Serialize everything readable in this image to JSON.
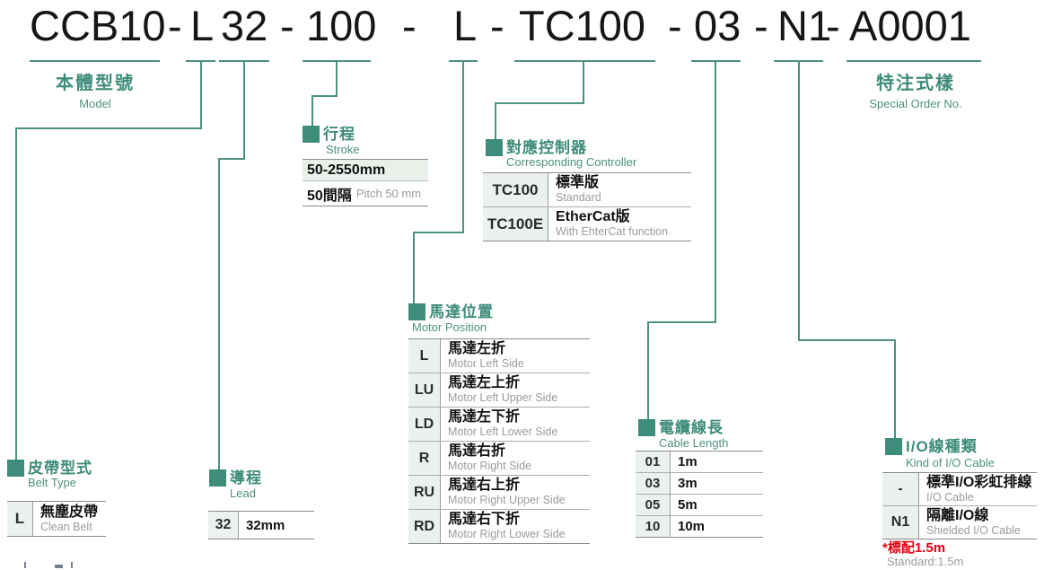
{
  "colors": {
    "accent_green": "#3e8c7a",
    "line_green": "#4d9181",
    "note_red": "#e60012",
    "code_cell_bg": "#ebf1ec"
  },
  "title": {
    "parts": [
      "CCB10",
      "-",
      "L",
      "32",
      "-",
      "100",
      "-",
      "L",
      "-",
      "TC100",
      "-",
      "03",
      "-",
      "N1",
      "-",
      "A0001"
    ]
  },
  "labels": {
    "model": {
      "zh": "本體型號",
      "en": "Model"
    },
    "special": {
      "zh": "特注式樣",
      "en": "Special Order No."
    }
  },
  "sections": {
    "belt": {
      "zh": "皮帶型式",
      "en": "Belt Type",
      "rows": [
        {
          "code": "L",
          "zh": "無塵皮帶",
          "en": "Clean Belt"
        }
      ]
    },
    "lead": {
      "zh": "導程",
      "en": "Lead",
      "rows": [
        {
          "code": "32",
          "desc": "32mm"
        }
      ]
    },
    "stroke": {
      "zh": "行程",
      "en": "Stroke",
      "range": "50-2550mm",
      "pitch_zh": "50間隔",
      "pitch_en": "Pitch 50 mm"
    },
    "motor": {
      "zh": "馬達位置",
      "en": "Motor Position",
      "rows": [
        {
          "code": "L",
          "zh": "馬達左折",
          "en": "Motor Left Side"
        },
        {
          "code": "LU",
          "zh": "馬達左上折",
          "en": "Motor Left Upper Side"
        },
        {
          "code": "LD",
          "zh": "馬達左下折",
          "en": "Motor Left Lower Side"
        },
        {
          "code": "R",
          "zh": "馬達右折",
          "en": "Motor Right Side"
        },
        {
          "code": "RU",
          "zh": "馬達右上折",
          "en": "Motor Right Upper Side"
        },
        {
          "code": "RD",
          "zh": "馬達右下折",
          "en": "Motor Right Lower Side"
        }
      ]
    },
    "controller": {
      "zh": "對應控制器",
      "en": "Corresponding Controller",
      "rows": [
        {
          "code": "TC100",
          "zh": "標準版",
          "en": "Standard"
        },
        {
          "code": "TC100E",
          "zh": "EtherCat版",
          "en": "With EhterCat function"
        }
      ]
    },
    "cable": {
      "zh": "電纜線長",
      "en": "Cable Length",
      "rows": [
        {
          "code": "01",
          "desc": "1m"
        },
        {
          "code": "03",
          "desc": "3m"
        },
        {
          "code": "05",
          "desc": "5m"
        },
        {
          "code": "10",
          "desc": "10m"
        }
      ]
    },
    "io": {
      "zh": "I/O線種類",
      "en": "Kind of I/O Cable",
      "rows": [
        {
          "code": "-",
          "zh": "標準I/O彩虹排線",
          "en": "I/O Cable"
        },
        {
          "code": "N1",
          "zh": "隔離I/O線",
          "en": "Shielded I/O Cable"
        }
      ],
      "note_red": "*標配1.5m",
      "note_gray": "Standard:1.5m"
    }
  }
}
